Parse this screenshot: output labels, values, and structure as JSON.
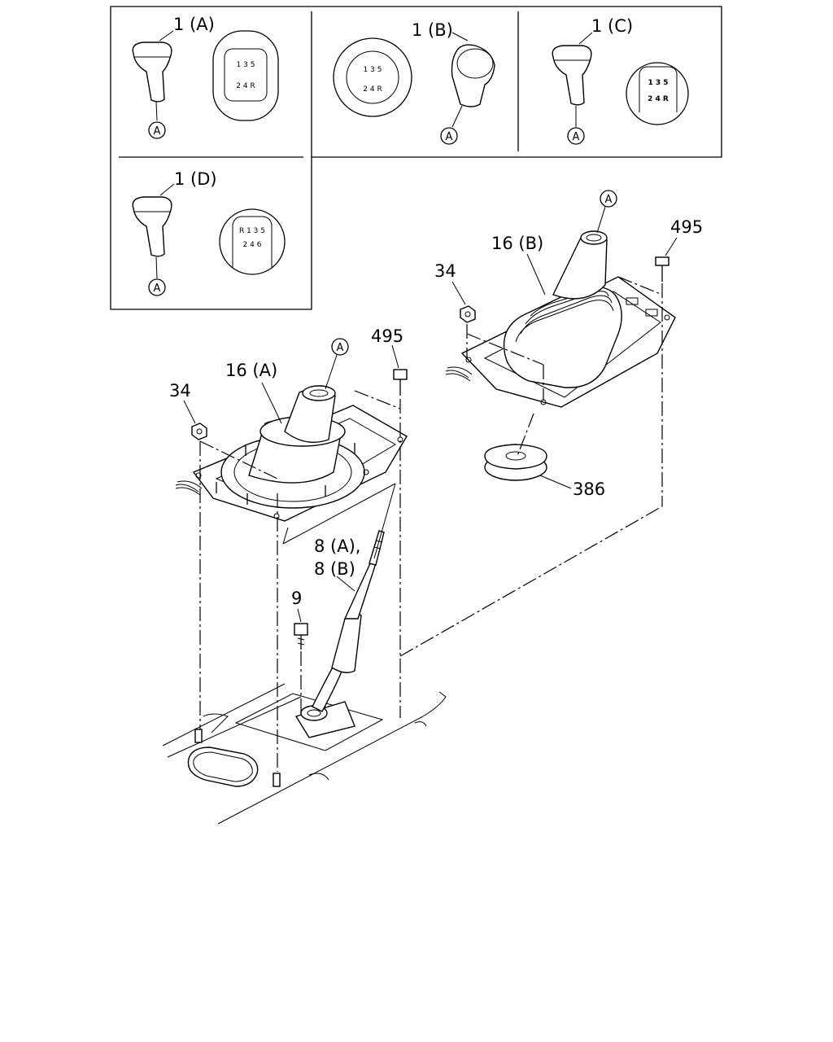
{
  "inset_labels": {
    "knob_a": "1 (A)",
    "knob_b": "1 (B)",
    "knob_c": "1 (C)",
    "knob_d": "1 (D)"
  },
  "reference_marker": "A",
  "shift_patterns": {
    "a": {
      "top": "1 3 5",
      "bottom": "2 4 R"
    },
    "b": {
      "top": "1 3 5",
      "bottom": "2 4 R"
    },
    "c": {
      "top": "1 3 5",
      "bottom": "2 4 R"
    },
    "d": {
      "top": "R 1 3 5",
      "bottom": "2 4 6"
    }
  },
  "callouts": {
    "boot_a": "16 (A)",
    "boot_b": "16 (B)",
    "bolt_left": "495",
    "bolt_right": "495",
    "nut_left": "34",
    "nut_right": "34",
    "lever": "8 (A),",
    "lever_2": "8 (B)",
    "bolt_9": "9",
    "damper": "386"
  }
}
